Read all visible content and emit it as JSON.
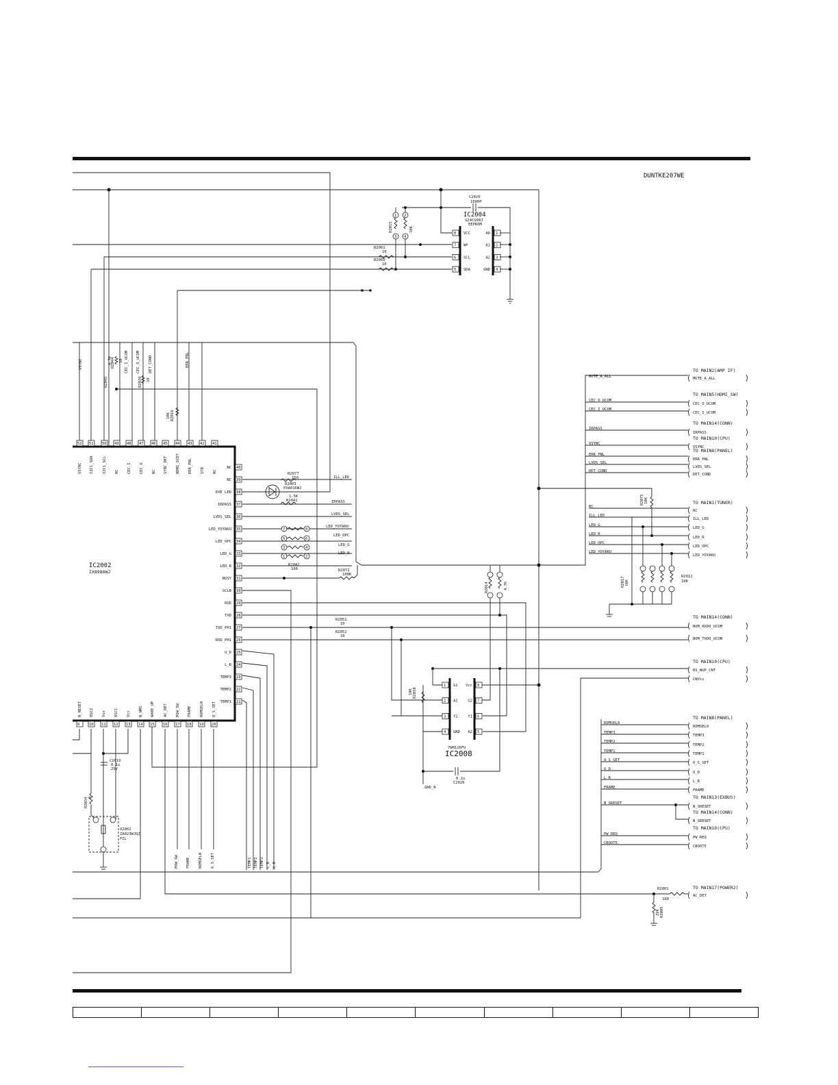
{
  "model": "DUNTKE207WE",
  "ic2002": {
    "ref": "IC2002",
    "part": "IX8986WJ",
    "top_pins": [
      {
        "n": "52",
        "s": "VSYNC"
      },
      {
        "n": "51",
        "s": "I2C1_SDA"
      },
      {
        "n": "50",
        "s": "I2C1_SCL"
      },
      {
        "n": "49",
        "s": "RC"
      },
      {
        "n": "48",
        "s": "CEC_I"
      },
      {
        "n": "47",
        "s": "CEC_O"
      },
      {
        "n": "46",
        "s": "NC"
      },
      {
        "n": "45",
        "s": "SYNC_DET"
      },
      {
        "n": "44",
        "s": "HDMI_SCDT"
      },
      {
        "n": "43",
        "s": "ERR_PNL"
      },
      {
        "n": "42",
        "s": "STB"
      },
      {
        "n": "41",
        "s": "NC"
      }
    ],
    "right_pins": [
      {
        "n": "40",
        "s": "NC"
      },
      {
        "n": "39",
        "s": "NC"
      },
      {
        "n": "38",
        "s": "EXE_LED"
      },
      {
        "n": "37",
        "s": "IRPASS"
      },
      {
        "n": "36",
        "s": "LVDS_SEL"
      },
      {
        "n": "35",
        "s": "LED_YOYAKU"
      },
      {
        "n": "34",
        "s": "LED_OPC"
      },
      {
        "n": "33",
        "s": "LED_G"
      },
      {
        "n": "32",
        "s": "LED_R"
      },
      {
        "n": "31",
        "s": "BUSY"
      },
      {
        "n": "30",
        "s": "SCLB"
      },
      {
        "n": "29",
        "s": "RXD"
      },
      {
        "n": "28",
        "s": "TXD"
      },
      {
        "n": "27",
        "s": "TXD_PH1"
      },
      {
        "n": "26",
        "s": "RXD_PH1"
      },
      {
        "n": "25",
        "s": "U_D"
      },
      {
        "n": "24",
        "s": "L_R"
      },
      {
        "n": "23",
        "s": "TEMP3"
      },
      {
        "n": "22",
        "s": "TEMP2"
      },
      {
        "n": "21",
        "s": "TEMP1"
      }
    ],
    "bottom_pins": [
      {
        "n": "9",
        "s": "N_RESET"
      },
      {
        "n": "10",
        "s": "OSC2"
      },
      {
        "n": "11",
        "s": "Vss"
      },
      {
        "n": "12",
        "s": "OSC1"
      },
      {
        "n": "13",
        "s": "Vcc"
      },
      {
        "n": "14",
        "s": "N_NMI"
      },
      {
        "n": "15",
        "s": "WAKE_UP"
      },
      {
        "n": "16",
        "s": "AC_DET"
      },
      {
        "n": "17",
        "s": "POW_SW"
      },
      {
        "n": "18",
        "s": "FRAME"
      },
      {
        "n": "19",
        "s": "ROMSEL0"
      },
      {
        "n": "20",
        "s": "O_S_SET"
      }
    ]
  },
  "top_bus_labels": [
    "VSYNC",
    "CEC_I_UCOM",
    "CEC_O_UCOM",
    "DET_COND",
    "ERR_PNL"
  ],
  "right_bus_labels": [
    "ILL_LED",
    "IRPASS",
    "LVDS_SEL",
    "LED_YOYAKU",
    "LED_OPC",
    "LED_G",
    "LED_R"
  ],
  "bottom_bus_labels": [
    "POW_SW",
    "FRAME",
    "ROMSEL0",
    "O_S_SET",
    "TEMP1",
    "TEMP2",
    "TEMP3",
    "L_R",
    "U_D"
  ],
  "ic2004": {
    "cap_ref": "C2020",
    "cap_val": "1000P",
    "ref": "IC2004",
    "part": "S24CS08J",
    "type": "EEPROM",
    "left_pins": [
      {
        "n": "8",
        "s": "VCC"
      },
      {
        "n": "7",
        "s": "WP"
      },
      {
        "n": "6",
        "s": "SCL"
      },
      {
        "n": "5",
        "s": "SDA"
      }
    ],
    "right_pins": [
      {
        "n": "1",
        "s": "A0"
      },
      {
        "n": "2",
        "s": "A1"
      },
      {
        "n": "3",
        "s": "A2"
      },
      {
        "n": "4",
        "s": "GND"
      }
    ],
    "r_pack": "R2015",
    "r_pack_val": "10K",
    "r2061": "R2061",
    "r2061_val": "10",
    "r2060": "R2060",
    "r2060_val": "10"
  },
  "ic2008": {
    "ref": "IC2008",
    "part": "7WH126FU",
    "left_pins": [
      {
        "n": "1",
        "s": "G1"
      },
      {
        "n": "2",
        "s": "A1"
      },
      {
        "n": "3",
        "s": "Y2"
      },
      {
        "n": "4",
        "s": "GND"
      }
    ],
    "right_pins": [
      {
        "n": "8",
        "s": "Vcc"
      },
      {
        "n": "7",
        "s": "G2"
      },
      {
        "n": "6",
        "s": "Y1"
      },
      {
        "n": "5",
        "s": "A2"
      }
    ],
    "r2018": "R2018",
    "r2018_val": "10K",
    "cap_ref": "C2026",
    "cap_val": "0.1u",
    "gnd": "GND_B"
  },
  "parts": {
    "r2077": "R2077",
    "r2077_val": "150",
    "d2003": "D2003",
    "d2003_part": "PXA016WJ",
    "r2041": "R2041",
    "r2041_val": "1.5K",
    "r2042": "R2042",
    "r2042_val": "100",
    "r2072": "R2072",
    "r2072_val": "100K",
    "r2051": "R2051",
    "r2051_val": "10",
    "r2052": "R2052",
    "r2052_val": "10",
    "r2014": "R2014",
    "r2014_val": "4.7K",
    "r2044": "R2044",
    "r2044_val": "10",
    "r2045": "R2045",
    "r2045_val": "4.7K",
    "r2039": "R2039",
    "r2039_val": "10",
    "r2016": "R2016",
    "r2016_val": "10K",
    "r2075": "R2075",
    "r2075_val": "10K",
    "r2017": "R2017",
    "r2017_val": "10K",
    "r2012": "R2012",
    "r2012_val": "10K",
    "c2010": "C2010",
    "c2010_val": "0.1u",
    "c2010_v": "25V",
    "r2034": "R2034",
    "r2034_val": "0",
    "x2002": "X2002",
    "x2002_part": "ZA023WJQZ",
    "x2002_fil": "FIL",
    "r2001": "R2001",
    "r2001_val": "100",
    "r2005": "R2005",
    "r2005_val": "22K"
  },
  "connectors": [
    {
      "to": "TO MAIN2(AMP IF)",
      "sigs": [
        "MUTE_A_ALL"
      ]
    },
    {
      "to": "TO MAIN5(HDMI_SW)",
      "sigs": [
        "CEC_O_UCOM",
        "CEC_I_UCOM"
      ]
    },
    {
      "to": "TO MAIN14(CONN)",
      "sigs": [
        "IRPASS"
      ]
    },
    {
      "to": "TO MAIN10(CPU)",
      "sigs": [
        "VSYNC"
      ]
    },
    {
      "to": "TO MAIN8(PANEL)",
      "sigs": [
        "ERR_PNL",
        "LVDS_SEL",
        "DET_COND"
      ]
    },
    {
      "to": "TO MAIN1(TUNER)",
      "sigs": [
        "RC",
        "ILL_LED",
        "LED_G",
        "LED_R",
        "LED_OPC",
        "LED_YOYAKU"
      ]
    },
    {
      "to": "TO MAIN14(CONN)",
      "sigs": [
        "BOM_RXD0_UCOM",
        "BOM_TXD0_UCOM"
      ]
    },
    {
      "to": "TO MAIN10(CPU)",
      "sigs": [
        "RS_WUP_CNT",
        "CNVss"
      ]
    },
    {
      "to": "TO MAIN8(PANEL)",
      "sigs": [
        "ROMSEL0",
        "TEMP3",
        "TEMP2",
        "TEMP1",
        "O_S_SET",
        "U_D",
        "L_R",
        "FRAME"
      ]
    },
    {
      "to": "TO MAIN13(EXBUS)",
      "sigs": [
        "N_SRESET"
      ]
    },
    {
      "to": "TO MAIN14(CONN)",
      "sigs": [
        "N_SRESET"
      ]
    },
    {
      "to": "TO MAIN10(CPU)",
      "sigs": [
        "PW_REQ",
        "CBOOT5"
      ]
    },
    {
      "to": "TO MAIN17(POWER2)",
      "sigs": [
        "AC_DET"
      ]
    }
  ],
  "net_labels_left": [
    "MUTE_A_ALL",
    "CEC_O_UCOM",
    "CEC_I_UCOM",
    "IRPASS",
    "VSYNC",
    "ERR_PNL",
    "LVDS_SEL",
    "DET_COND",
    "RC",
    "ILL_LED",
    "LED_G",
    "LED_R",
    "LED_OPC",
    "LED_YOYAKU",
    "ROMSEL0",
    "TEMP3",
    "TEMP2",
    "TEMP1",
    "O_S_SET",
    "U_D",
    "L_R",
    "FRAME",
    "N_SRESET",
    "PW_REQ",
    "CBOOT5"
  ]
}
